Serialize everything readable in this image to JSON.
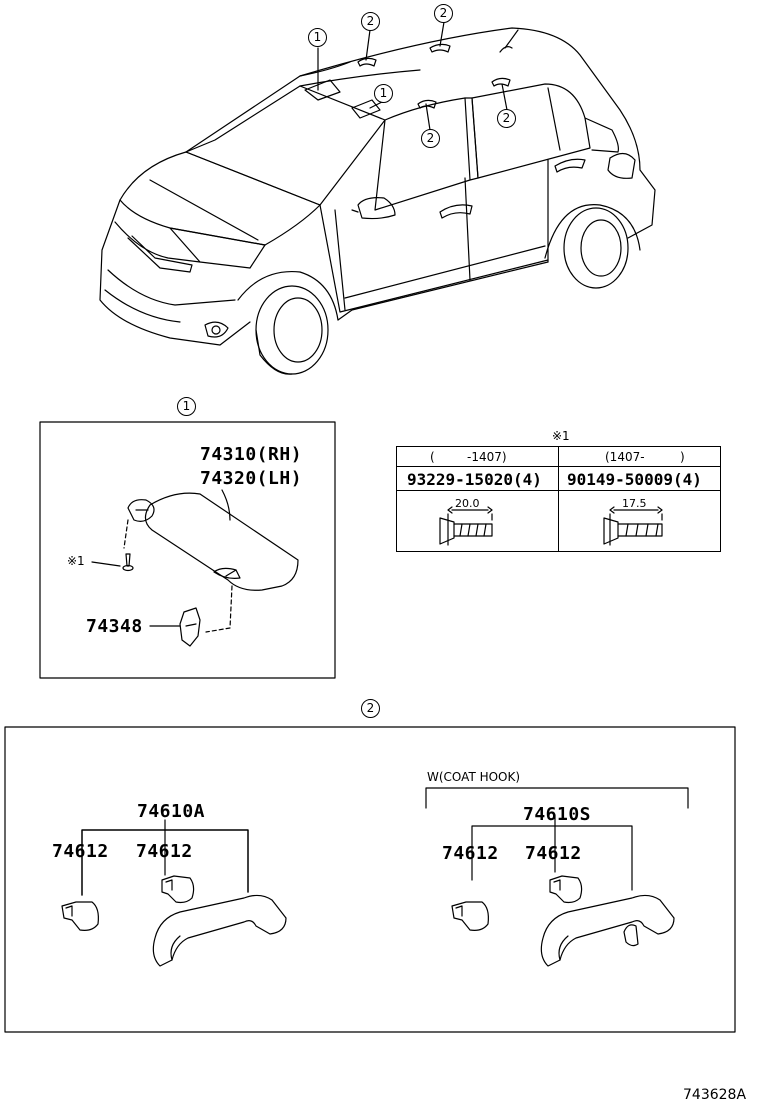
{
  "callouts": {
    "one": "1",
    "two": "2"
  },
  "sun_visor": {
    "part_rh": "74310(RH)",
    "part_lh": "74320(LH)",
    "holder": "74348",
    "screw_ref": "※1"
  },
  "screw_table": {
    "title": "※1",
    "columns": [
      {
        "period_left": "(",
        "period_right": "-1407)",
        "part": "93229-15020(4)",
        "length": "20.0"
      },
      {
        "period_left": "(1407-",
        "period_right": ")",
        "part": "90149-50009(4)",
        "length": "17.5"
      }
    ]
  },
  "assist_grip": {
    "std": {
      "assembly": "74610A",
      "plug_left": "74612",
      "plug_right": "74612"
    },
    "coat_hook": {
      "label": "W(COAT HOOK)",
      "assembly": "74610S",
      "plug_left": "74612",
      "plug_right": "74612"
    }
  },
  "diagram_id": "743628A"
}
